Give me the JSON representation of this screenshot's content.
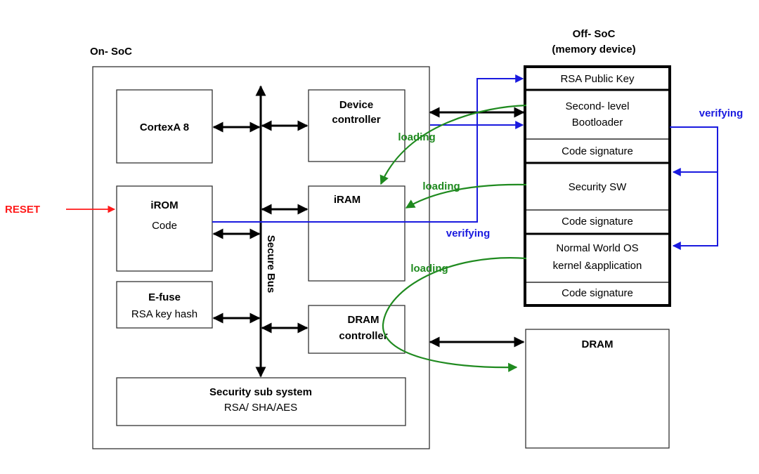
{
  "on_soc": {
    "title": "On- SoC",
    "cortex": "CortexA 8",
    "device_controller": [
      "Device",
      "controller"
    ],
    "irom": {
      "title": "iROM",
      "sub": "Code"
    },
    "iram": "iRAM",
    "efuse": {
      "title": "E-fuse",
      "sub": "RSA key hash"
    },
    "dram_controller": [
      "DRAM",
      "controller"
    ],
    "secure_bus": "Secure Bus",
    "security_subsystem": {
      "title": "Security sub system",
      "sub": "RSA/ SHA/AES"
    }
  },
  "off_soc": {
    "title": [
      "Off- SoC",
      "(memory device)"
    ],
    "rsa_public_key": "RSA Public Key",
    "second_level_bootloader": [
      "Second- level",
      "Bootloader"
    ],
    "code_signature_1": "Code signature",
    "security_sw": "Security SW",
    "code_signature_2": "Code signature",
    "normal_world_os": [
      "Normal World OS",
      "kernel  &application"
    ],
    "code_signature_3": "Code signature"
  },
  "dram": "DRAM",
  "reset": "RESET",
  "labels": {
    "loading_1": "loading",
    "loading_2": "loading",
    "loading_3": "loading",
    "verifying_1": "verifying",
    "verifying_2": "verifying"
  },
  "colors": {
    "loading": "#1f8a1f",
    "verifying": "#1a1adf",
    "reset": "#ff1a1a"
  }
}
